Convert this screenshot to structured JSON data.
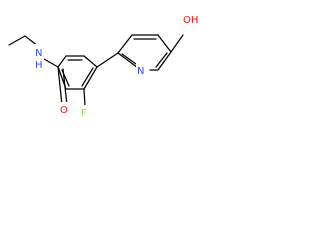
{
  "molecule": {
    "atoms": [
      {
        "id": "atom-oh",
        "label": "OH",
        "color": "#ff0d0d"
      },
      {
        "id": "atom-n-ring",
        "label": "N",
        "color": "#3050f8"
      },
      {
        "id": "atom-nh",
        "label": "N",
        "color": "#3050f8"
      },
      {
        "id": "atom-h-amide",
        "label": "H",
        "color": "#3050f8"
      },
      {
        "id": "atom-o-carbonyl",
        "label": "O",
        "color": "#ff0d0d"
      },
      {
        "id": "atom-f",
        "label": "F",
        "color": "#90e050"
      }
    ]
  }
}
